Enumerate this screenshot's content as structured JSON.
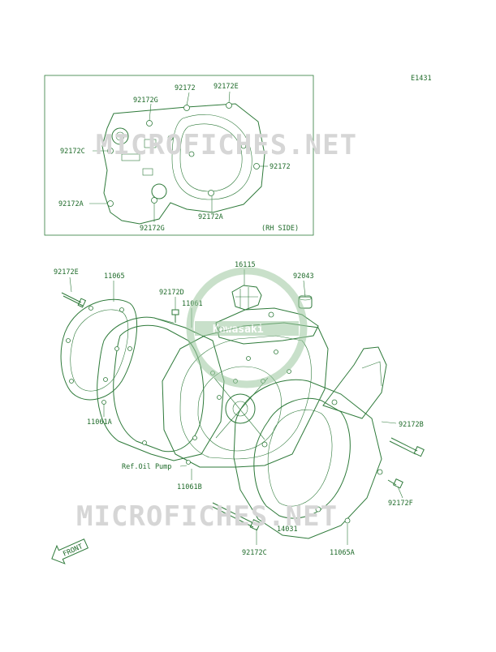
{
  "diagram": {
    "figure_code": "E1431",
    "inset_caption": "(RH SIDE)",
    "watermark_text": "MICROFICHES.NET",
    "watermark_logo_text": "Kawasaki",
    "front_arrow_label": "FRONT",
    "colors": {
      "line": "#2e7a3a",
      "text": "#1f6b2a",
      "watermark": "#d6d6d6",
      "background": "#ffffff"
    },
    "inset_callouts": [
      {
        "id": "inset-92172-top",
        "label": "92172"
      },
      {
        "id": "inset-92172E-top",
        "label": "92172E"
      },
      {
        "id": "inset-92172G-top",
        "label": "92172G"
      },
      {
        "id": "inset-92172C-left",
        "label": "92172C"
      },
      {
        "id": "inset-92172-right",
        "label": "92172"
      },
      {
        "id": "inset-92172A-left",
        "label": "92172A"
      },
      {
        "id": "inset-92172A-bottom",
        "label": "92172A"
      },
      {
        "id": "inset-92172G-bottom",
        "label": "92172G"
      }
    ],
    "callouts": [
      {
        "id": "part-92172E",
        "label": "92172E"
      },
      {
        "id": "part-11065",
        "label": "11065"
      },
      {
        "id": "part-16115",
        "label": "16115"
      },
      {
        "id": "part-92043",
        "label": "92043"
      },
      {
        "id": "part-92172D",
        "label": "92172D"
      },
      {
        "id": "part-11061",
        "label": "11061"
      },
      {
        "id": "part-11061A",
        "label": "11061A"
      },
      {
        "id": "part-ref-oil-pump",
        "label": "Ref.Oil Pump"
      },
      {
        "id": "part-11061B",
        "label": "11061B"
      },
      {
        "id": "part-92172B",
        "label": "92172B"
      },
      {
        "id": "part-92172F",
        "label": "92172F"
      },
      {
        "id": "part-14031",
        "label": "14031"
      },
      {
        "id": "part-92172C",
        "label": "92172C"
      },
      {
        "id": "part-11065A",
        "label": "11065A"
      }
    ]
  }
}
